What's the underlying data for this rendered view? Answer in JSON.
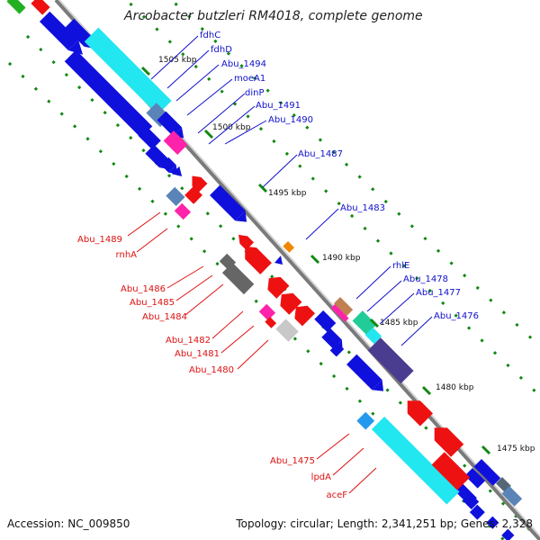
{
  "title": "Arcobacter butzleri RM4018, complete genome",
  "footer": {
    "accession": "Accession: NC_009850",
    "info": "Topology: circular; Length: 2,341,251 bp; Genes: 2,328"
  },
  "kbp_marks": [
    "1505 kbp",
    "1500 kbp",
    "1495 kbp",
    "1490 kbp",
    "1485 kbp",
    "1480 kbp",
    "1475 kbp"
  ],
  "forward_genes": [
    "fdhC",
    "fdhD",
    "Abu_1494",
    "moeA1",
    "dinP",
    "Abu_1491",
    "Abu_1490",
    "Abu_1487",
    "Abu_1483",
    "rhlE",
    "Abu_1478",
    "Abu_1477",
    "Abu_1476"
  ],
  "reverse_genes": [
    "Abu_1489",
    "rnhA",
    "Abu_1486",
    "Abu_1485",
    "Abu_1484",
    "Abu_1482",
    "Abu_1481",
    "Abu_1480",
    "Abu_1475",
    "lpdA",
    "aceF"
  ],
  "colors": {
    "forward_gene": "#1010dd",
    "reverse_gene": "#ee1111",
    "cyan_gene": "#22d8e8",
    "backbone": "#888888",
    "gc_dots": "#118811"
  }
}
